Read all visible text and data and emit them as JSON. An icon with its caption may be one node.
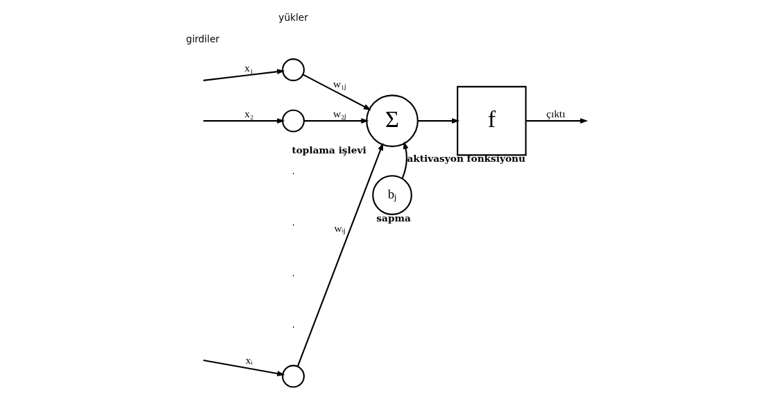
{
  "diagram": {
    "nodes": [
      {
        "text": [],
        "shape": "circle"
      },
      {
        "text": [],
        "shape": "circle"
      },
      {
        "text": [],
        "shape": "circle"
      },
      {
        "text": [
          "Σ"
        ],
        "beside": [
          "toplama işlevi"
        ]
      },
      {
        "text": [
          "f"
        ],
        "beside": [
          "aktivasyon fonksiyonu"
        ]
      },
      {
        "text": [
          "bⱼ"
        ],
        "beside": [
          "sapma"
        ]
      }
    ],
    "edges": [
      {
        "from": null,
        "to": 0,
        "arrow": "to",
        "label": "x₁"
      },
      {
        "from": null,
        "to": 1,
        "arrow": "to",
        "label": "x₂"
      },
      {
        "from": null,
        "to": 2,
        "arrow": "to",
        "label": "xᵢ"
      },
      {
        "from": 0,
        "to": 3,
        "arrow": "to",
        "label": "w₁ⱼ"
      },
      {
        "from": 1,
        "to": 3,
        "arrow": "to",
        "label": "w₂ⱼ"
      },
      {
        "from": 2,
        "to": 3,
        "arrow": "to",
        "label": "wᵢⱼ"
      },
      {
        "from": 5,
        "to": 3,
        "arrow": "to"
      },
      {
        "from": 3,
        "to": 4,
        "arrow": "to"
      },
      {
        "from": 4,
        "to": null,
        "arrow": "to",
        "label": "çıktı"
      }
    ],
    "labels": [
      "girdiler",
      "yükler",
      ".",
      ".",
      ".",
      "."
    ]
  }
}
